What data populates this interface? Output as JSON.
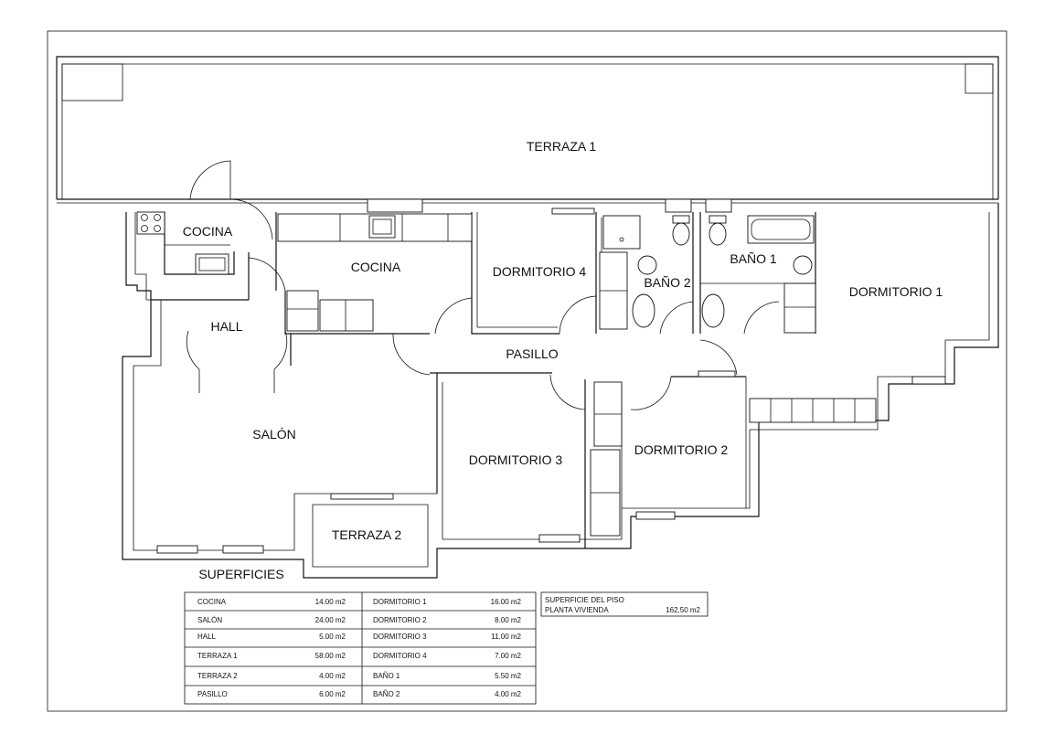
{
  "rooms": {
    "terraza1": "TERRAZA 1",
    "cocina_small": "COCINA",
    "cocina": "COCINA",
    "hall": "HALL",
    "dormitorio4": "DORMITORIO 4",
    "bano2": "BAÑO 2",
    "bano1": "BAÑO 1",
    "dormitorio1": "DORMITORIO 1",
    "pasillo": "PASILLO",
    "salon": "SALÓN",
    "dormitorio3": "DORMITORIO 3",
    "dormitorio2": "DORMITORIO 2",
    "terraza2": "TERRAZA 2"
  },
  "superficies_label": "SUPERFICIES",
  "table": {
    "rows": [
      {
        "l_name": "COCINA",
        "l_area": "14.00 m2",
        "r_name": "DORMITORIO 1",
        "r_area": "16.00 m2"
      },
      {
        "l_name": "SALÓN",
        "l_area": "24.00 m2",
        "r_name": "DORMITORIO 2",
        "r_area": "8.00 m2"
      },
      {
        "l_name": "HALL",
        "l_area": "5.00 m2",
        "r_name": "DORMITORIO 3",
        "r_area": "11.00 m2"
      },
      {
        "l_name": "TERRAZA 1",
        "l_area": "58.00 m2",
        "r_name": "DORMITORIO 4",
        "r_area": "7.00 m2"
      },
      {
        "l_name": "TERRAZA 2",
        "l_area": "4.00 m2",
        "r_name": "BAÑO 1",
        "r_area": "5.50 m2"
      },
      {
        "l_name": "PASILLO",
        "l_area": "6.00 m2",
        "r_name": "BAÑO 2",
        "r_area": "4.00 m2"
      }
    ]
  },
  "summary": {
    "line1": "SUPERFICIE DEL PISO",
    "line2": "PLANTA VIVIENDA",
    "value": "162,50 m2"
  },
  "colors": {
    "line": "#111111",
    "background": "#ffffff"
  }
}
